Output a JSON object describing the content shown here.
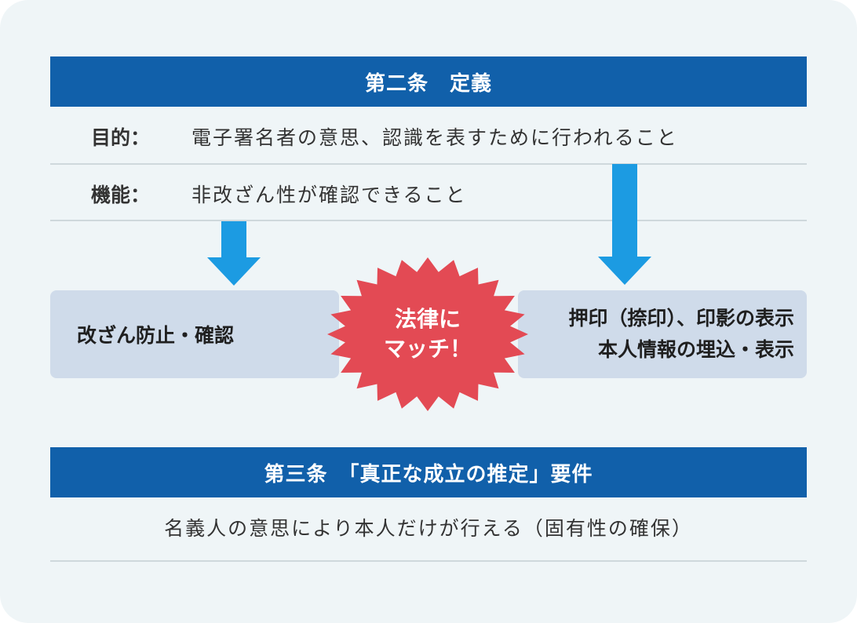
{
  "colors": {
    "card_bg": "#eff5f7",
    "header_bg": "#1160aa",
    "arrow": "#1c9be2",
    "box_bg": "#cfdbea",
    "burst": "#e34a54",
    "divider": "#cfd8dc"
  },
  "section2": {
    "header": "第二条　定義",
    "purpose_label": "目的：",
    "purpose_text": "電子署名者の意思、認識を表すために行われること",
    "function_label": "機能：",
    "function_text": "非改ざん性が確認できること"
  },
  "boxes": {
    "left": "改ざん防止・確認",
    "right_line1": "押印（捺印）、印影の表示",
    "right_line2": "本人情報の埋込・表示"
  },
  "burst": {
    "line1": "法律に",
    "line2": "マッチ！"
  },
  "section3": {
    "header": "第三条　「真正な成立の推定」要件",
    "text": "名義人の意思により本人だけが行える（固有性の確保）"
  }
}
